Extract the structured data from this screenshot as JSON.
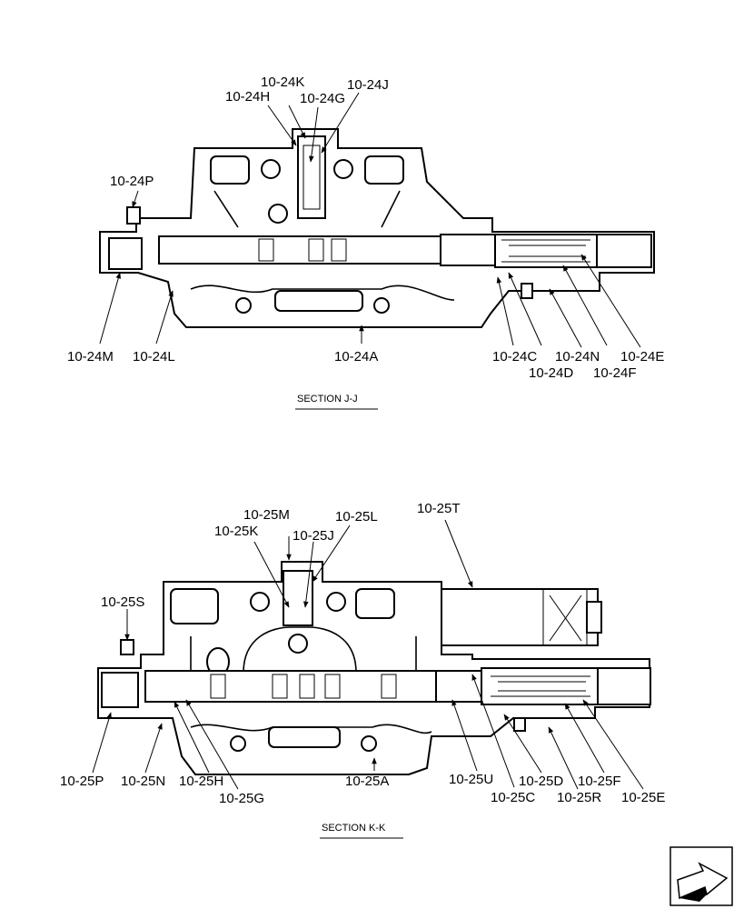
{
  "sections": [
    {
      "title": "SECTION  J-J",
      "labels": {
        "k": "10-24K",
        "h": "10-24H",
        "g": "10-24G",
        "j": "10-24J",
        "p": "10-24P",
        "m": "10-24M",
        "l": "10-24L",
        "a": "10-24A",
        "c": "10-24C",
        "n": "10-24N",
        "e": "10-24E",
        "d": "10-24D",
        "f": "10-24F"
      }
    },
    {
      "title": "SECTION  K-K",
      "labels": {
        "m": "10-25M",
        "k": "10-25K",
        "j": "10-25J",
        "l": "10-25L",
        "t": "10-25T",
        "s": "10-25S",
        "p": "10-25P",
        "n": "10-25N",
        "h": "10-25H",
        "g": "10-25G",
        "a": "10-25A",
        "u": "10-25U",
        "c": "10-25C",
        "d": "10-25D",
        "r": "10-25R",
        "f": "10-25F",
        "e": "10-25E"
      }
    }
  ]
}
